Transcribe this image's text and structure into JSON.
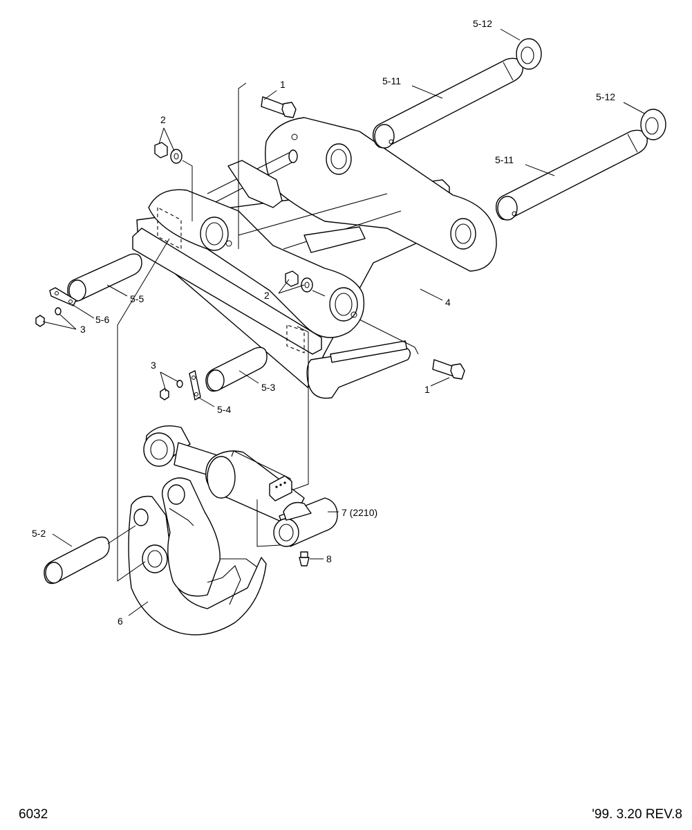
{
  "diagram": {
    "callouts": {
      "bolt_top": "1",
      "bolt_bottom": "1",
      "nuts_top": "2",
      "nuts_mid": "2",
      "washers_left": "3",
      "washers_mid": "3",
      "frame": "4",
      "pin_5_2": "5-2",
      "pin_5_3": "5-3",
      "plate_5_4": "5-4",
      "pin_5_5": "5-5",
      "plate_5_6": "5-6",
      "pin_5_11_top": "5-11",
      "pin_5_11_bottom": "5-11",
      "ring_5_12_top": "5-12",
      "ring_5_12_bottom": "5-12",
      "hook": "6",
      "cylinder": "7 (2210)",
      "grease_fitting": "8"
    }
  },
  "footer": {
    "page_number": "6032",
    "revision": "'99. 3.20 REV.8"
  }
}
